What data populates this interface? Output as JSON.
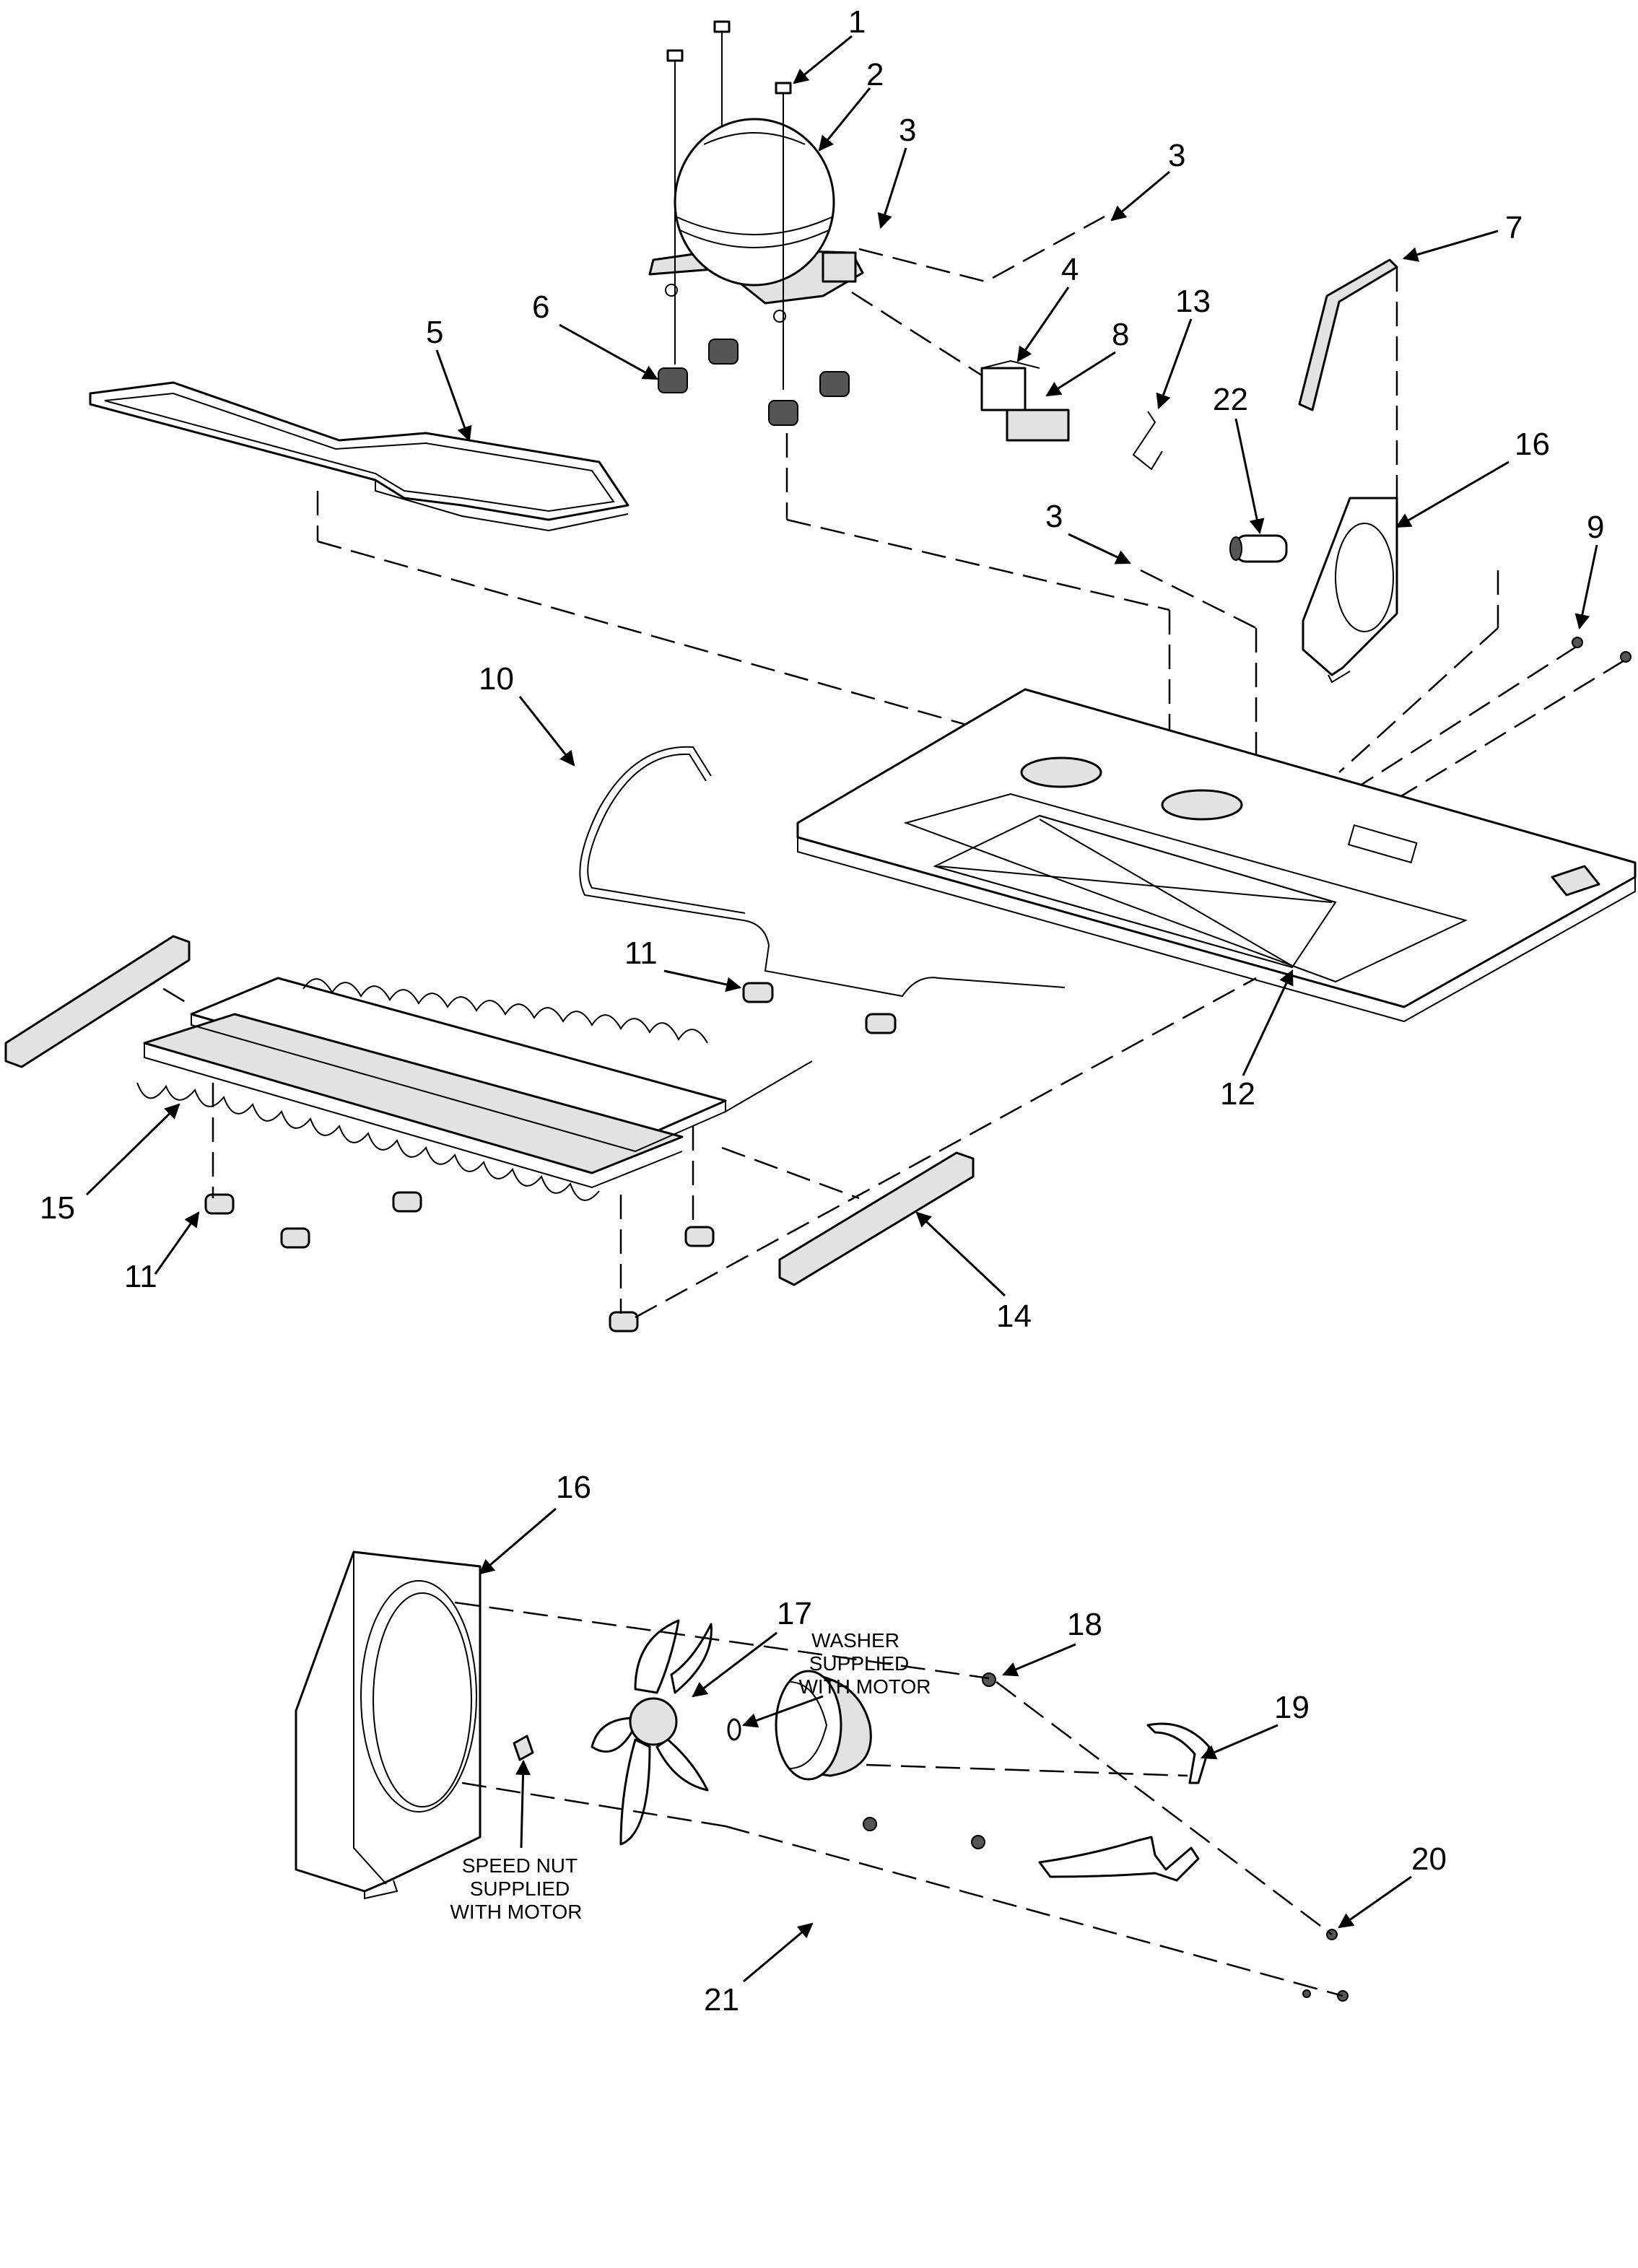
{
  "callouts": {
    "c1": "1",
    "c2": "2",
    "c3a": "3",
    "c3b": "3",
    "c3c": "3",
    "c4": "4",
    "c5": "5",
    "c6": "6",
    "c7": "7",
    "c8": "8",
    "c9": "9",
    "c10": "10",
    "c11a": "11",
    "c11b": "11",
    "c12": "12",
    "c13": "13",
    "c14": "14",
    "c15": "15",
    "c16a": "16",
    "c16b": "16",
    "c17": "17",
    "c18": "18",
    "c19": "19",
    "c20": "20",
    "c21": "21",
    "c22": "22"
  },
  "notes": {
    "washer": [
      "WASHER",
      "SUPPLIED",
      "WITH MOTOR"
    ],
    "speed_nut": [
      "SPEED NUT",
      "SUPPLIED",
      "WITH MOTOR"
    ]
  }
}
